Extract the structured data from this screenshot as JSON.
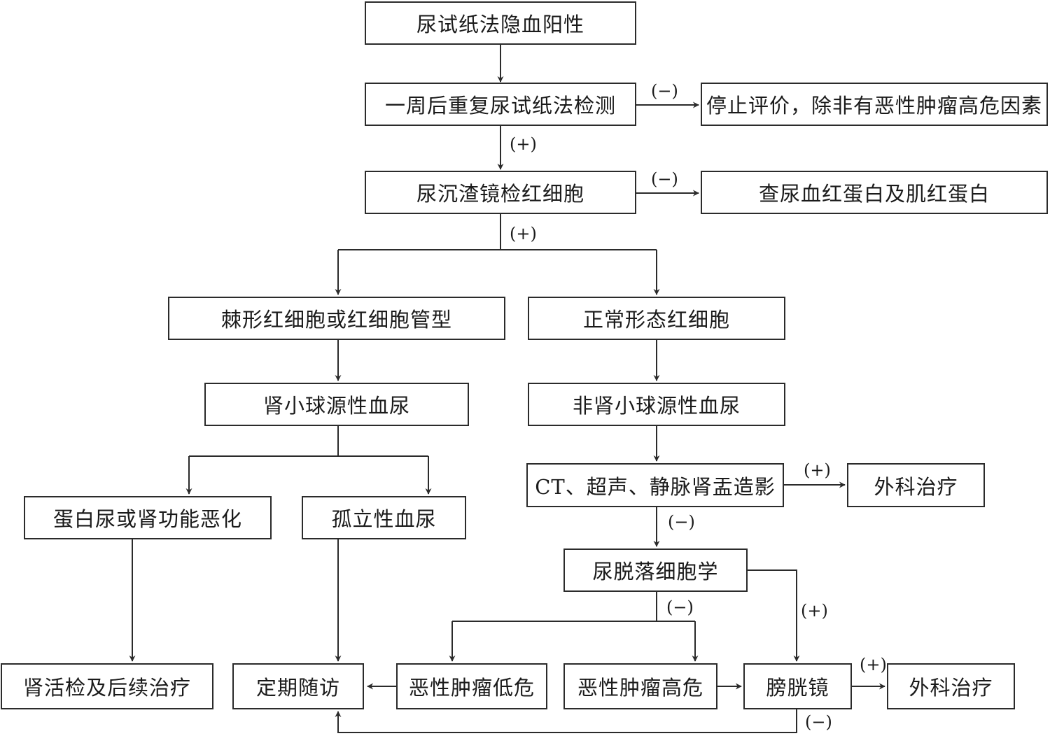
{
  "nodes": {
    "n1": "尿试纸法隐血阳性",
    "n2": "一周后重复尿试纸法检测",
    "n3": "停止评价，除非有恶性肿瘤高危因素",
    "n4": "尿沉渣镜检红细胞",
    "n5": "查尿血红蛋白及肌红蛋白",
    "n6": "棘形红细胞或红细胞管型",
    "n7": "正常形态红细胞",
    "n8": "肾小球源性血尿",
    "n9": "非肾小球源性血尿",
    "n10": "CT、超声、静脉肾盂造影",
    "n11": "外科治疗",
    "n12": "蛋白尿或肾功能恶化",
    "n13": "孤立性血尿",
    "n14": "尿脱落细胞学",
    "n15": "肾活检及后续治疗",
    "n16": "定期随访",
    "n17": "恶性肿瘤低危",
    "n18": "恶性肿瘤高危",
    "n19": "膀胱镜",
    "n20": "外科治疗"
  },
  "edge_labels": {
    "e2_3": "(−)",
    "e2_4": "(+)",
    "e4_5": "(−)",
    "e4_split": "(+)",
    "e10_11": "(+)",
    "e10_14": "(−)",
    "e14_split": "(−)",
    "e14_19": "(+)",
    "e19_20": "(+)",
    "e19_16": "(−)"
  }
}
